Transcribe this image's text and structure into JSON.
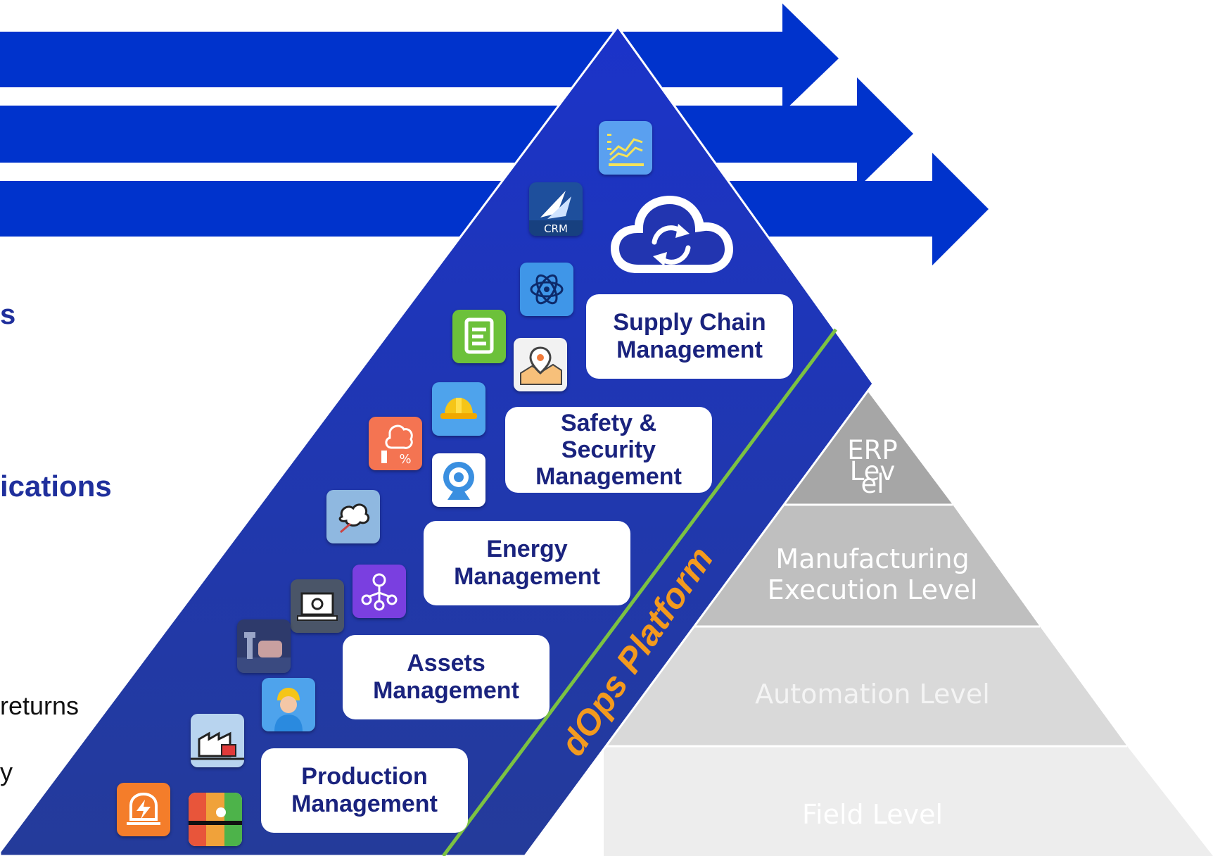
{
  "left_column": {
    "line_1": "s",
    "line_2": "ications",
    "line_3": "returns",
    "line_4": "y"
  },
  "platform": {
    "label": "dOps Platform",
    "triangle_color_top": "#1b33c9",
    "triangle_color_bottom": "#243b9a",
    "divider_color": "#7cc242",
    "label_color": "#f39a1e"
  },
  "arrows": {
    "color": "#0033cc",
    "count": 3
  },
  "modules": [
    {
      "id": "supply-chain",
      "lines": [
        "Supply Chain",
        "Management"
      ]
    },
    {
      "id": "safety-security",
      "lines": [
        "Safety &",
        "Security",
        "Management"
      ]
    },
    {
      "id": "energy",
      "lines": [
        "Energy",
        "Management"
      ]
    },
    {
      "id": "assets",
      "lines": [
        "Assets",
        "Management"
      ]
    },
    {
      "id": "production",
      "lines": [
        "Production",
        "Management"
      ]
    }
  ],
  "levels": [
    {
      "id": "erp",
      "lines": [
        "ERP",
        "Lev",
        "el"
      ],
      "color": "#a6a6a6"
    },
    {
      "id": "mes",
      "lines": [
        "Manufacturing",
        "Execution Level"
      ],
      "color": "#bfbfbf"
    },
    {
      "id": "automation",
      "lines": [
        "Automation Level"
      ],
      "color": "#d9d9d9"
    },
    {
      "id": "field",
      "lines": [
        "Field Level"
      ],
      "color": "#ededed"
    }
  ],
  "icons": {
    "analytics": "analytics-chart-icon",
    "crm_label": "CRM",
    "cloud": "cloud-sync-icon",
    "data_science": "data-science-icon",
    "document": "document-icon",
    "map": "map-pin-icon",
    "helmet": "hard-hat-icon",
    "emissions": "emissions-icon",
    "camera": "webcam-icon",
    "smoke": "smoke-icon",
    "network": "network-node-icon",
    "laptop": "laptop-gear-icon",
    "pump": "pump-icon",
    "worker": "worker-icon",
    "factory": "factory-icon",
    "power": "power-icon",
    "gauge": "bar-gauge-icon"
  }
}
